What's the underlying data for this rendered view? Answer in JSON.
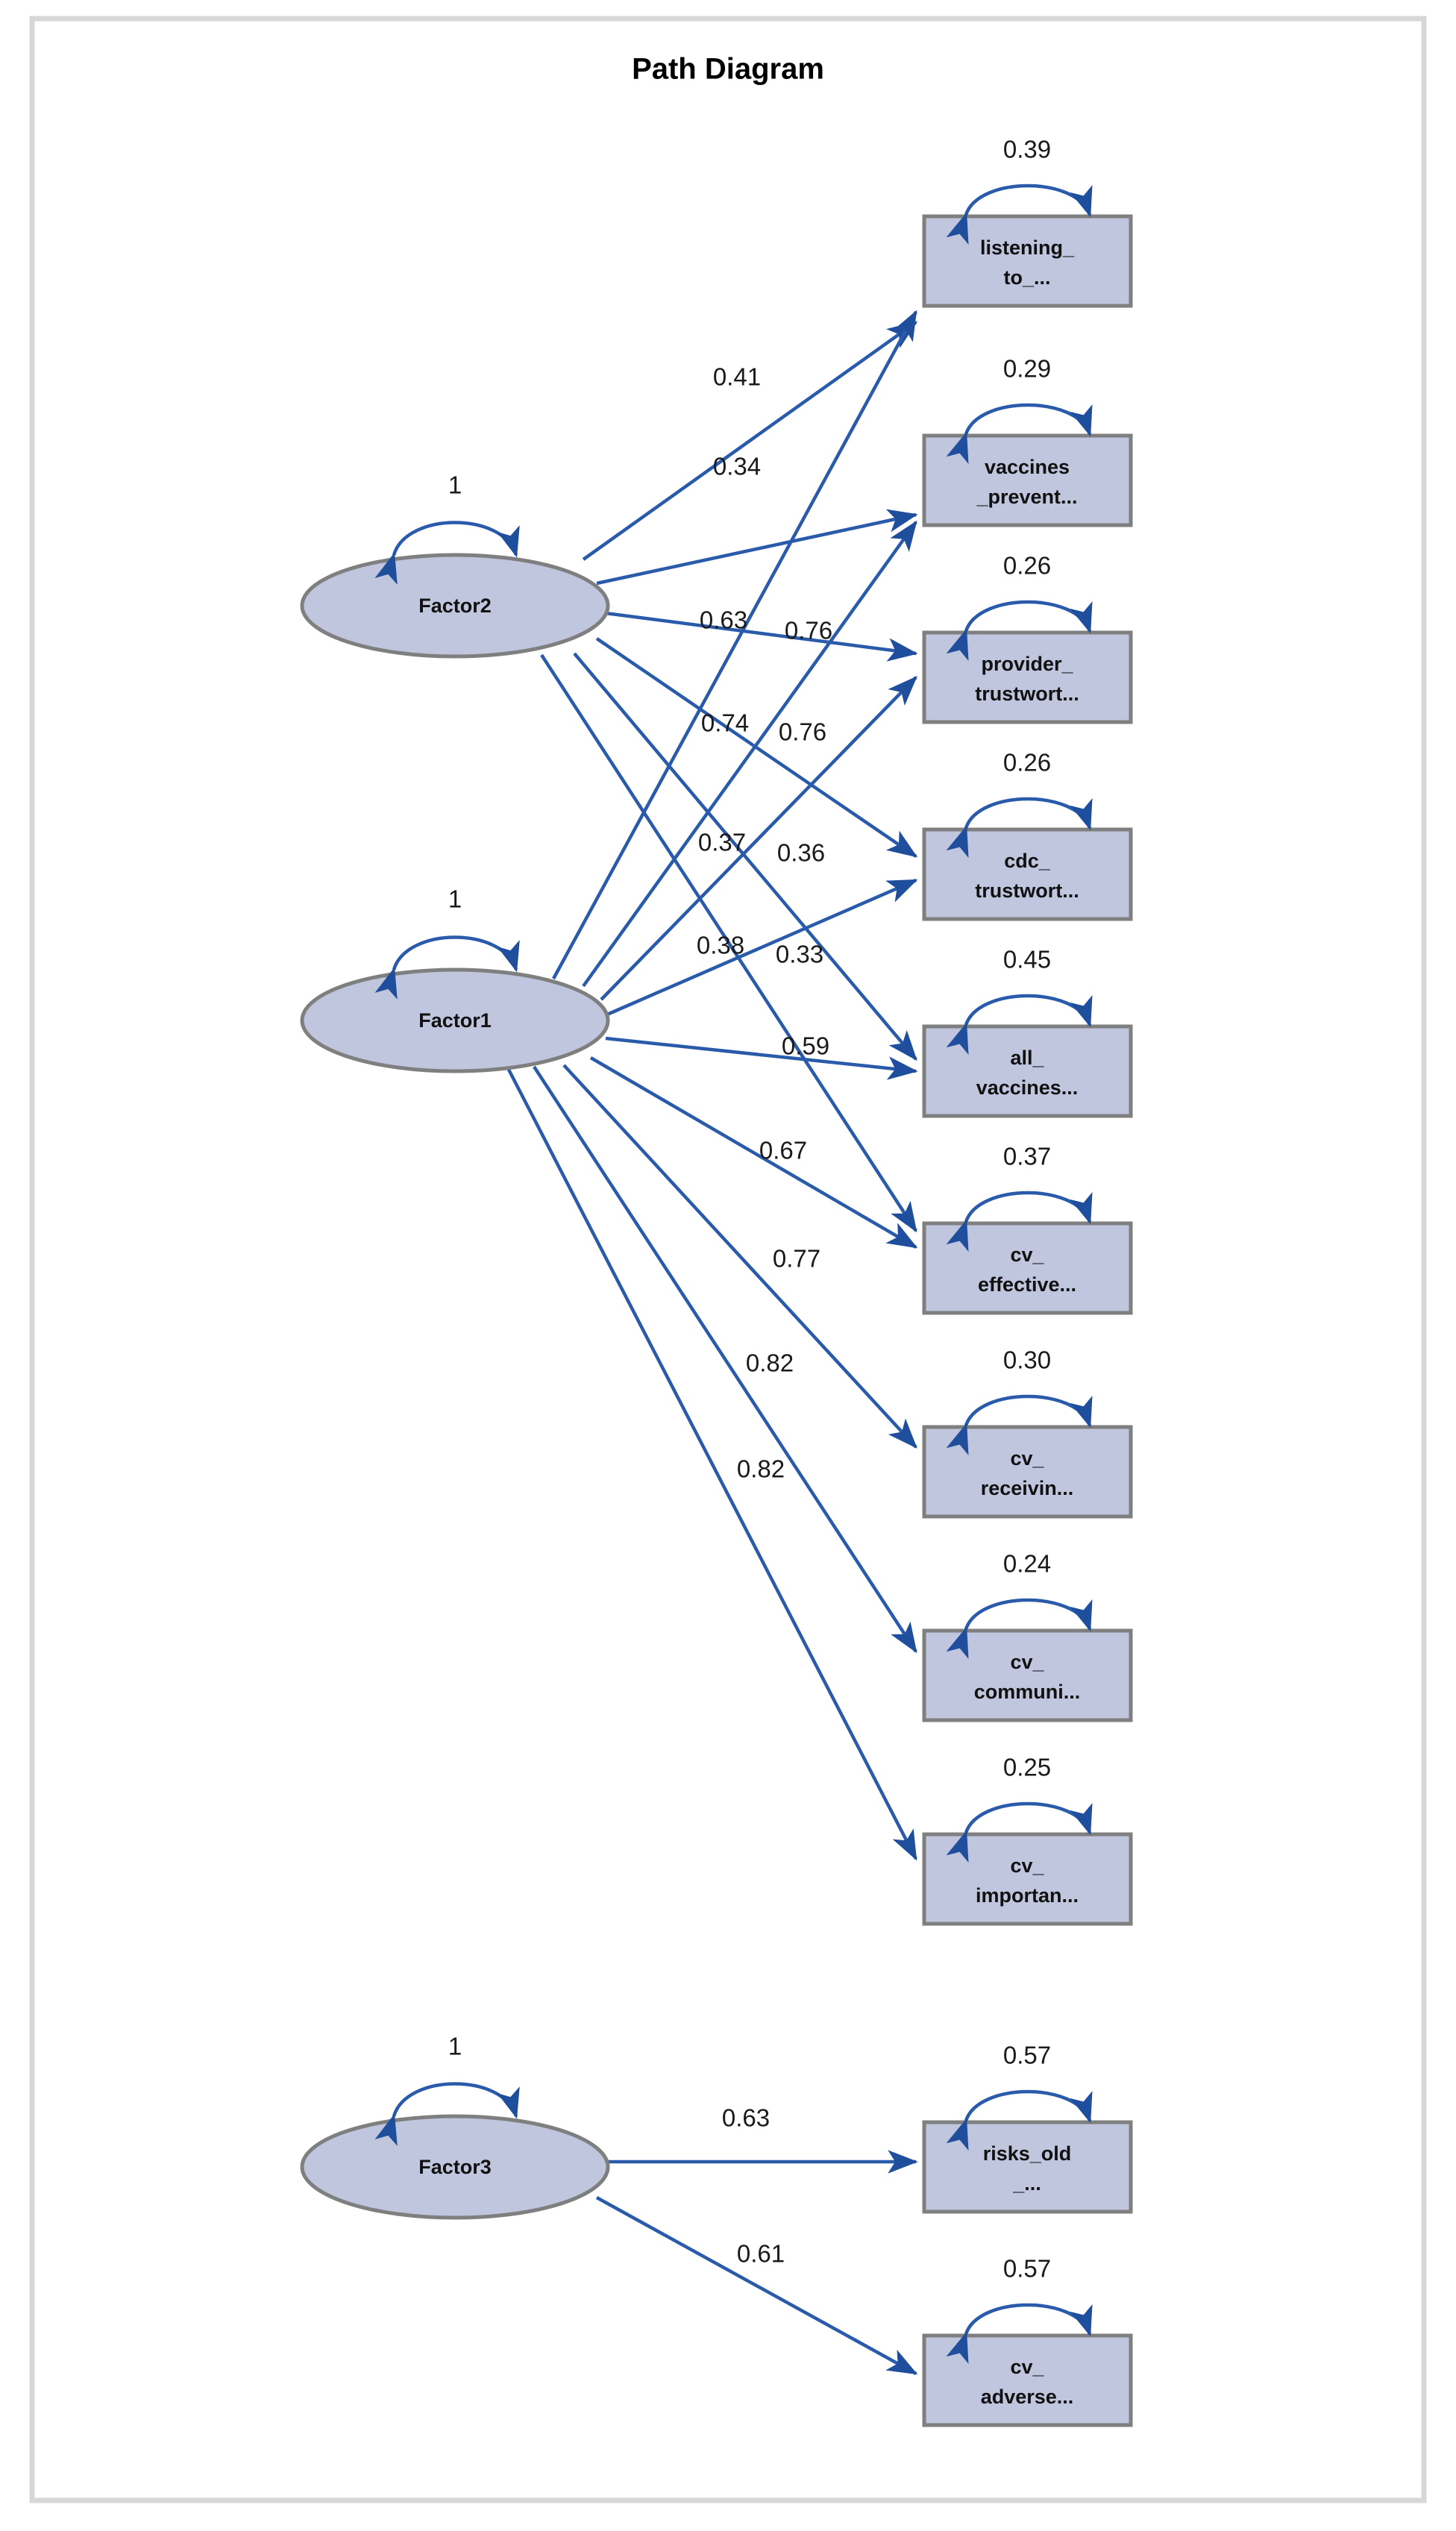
{
  "figure": {
    "title": "Path Diagram",
    "background_color": "#ffffff",
    "frame_color": "#d7d7d7",
    "node_fill": "#bfc6dd",
    "node_stroke": "#7f7f7f",
    "edge_color": "#2a5bab"
  },
  "chart_data": {
    "type": "diagram",
    "title": "Path Diagram",
    "diagram_kind": "sem-path-diagram",
    "latent_variables": [
      {
        "id": "Factor2",
        "label": "Factor2",
        "variance": "1"
      },
      {
        "id": "Factor1",
        "label": "Factor1",
        "variance": "1"
      },
      {
        "id": "Factor3",
        "label": "Factor3",
        "variance": "1"
      }
    ],
    "observed_variables": [
      {
        "id": "listening_to",
        "line1": "listening_",
        "line2": "to_...",
        "residual": "0.39"
      },
      {
        "id": "vaccines_prevent",
        "line1": "vaccines",
        "line2": "_prevent...",
        "residual": "0.29"
      },
      {
        "id": "provider_trustworthy",
        "line1": "provider_",
        "line2": "trustwort...",
        "residual": "0.26"
      },
      {
        "id": "cdc_trustworthy",
        "line1": "cdc_",
        "line2": "trustwort...",
        "residual": "0.26"
      },
      {
        "id": "all_vaccines",
        "line1": "all_",
        "line2": "vaccines...",
        "residual": "0.45"
      },
      {
        "id": "cv_effective",
        "line1": "cv_",
        "line2": "effective...",
        "residual": "0.37"
      },
      {
        "id": "cv_receiving",
        "line1": "cv_",
        "line2": "receivin...",
        "residual": "0.30"
      },
      {
        "id": "cv_communication",
        "line1": "cv_",
        "line2": "communi...",
        "residual": "0.24"
      },
      {
        "id": "cv_importance",
        "line1": "cv_",
        "line2": "importan...",
        "residual": "0.25"
      },
      {
        "id": "risks_old",
        "line1": "risks_old",
        "line2": "_...",
        "residual": "0.57"
      },
      {
        "id": "cv_adverse",
        "line1": "cv_",
        "line2": "adverse...",
        "residual": "0.57"
      }
    ],
    "loadings": [
      {
        "from": "Factor2",
        "to": "listening_to",
        "value": "0.41"
      },
      {
        "from": "Factor2",
        "to": "vaccines_prevent",
        "value": "0.34"
      },
      {
        "from": "Factor2",
        "to": "provider_trustworthy",
        "value": "0.63"
      },
      {
        "from": "Factor2",
        "to": "cdc_trustworthy",
        "value": "0.74"
      },
      {
        "from": "Factor2",
        "to": "all_vaccines",
        "value": "0.37"
      },
      {
        "from": "Factor2",
        "to": "cv_effective",
        "value": "0.38"
      },
      {
        "from": "Factor1",
        "to": "listening_to",
        "value": "0.76"
      },
      {
        "from": "Factor1",
        "to": "vaccines_prevent",
        "value": "0.76"
      },
      {
        "from": "Factor1",
        "to": "provider_trustworthy",
        "value": "0.36"
      },
      {
        "from": "Factor1",
        "to": "cdc_trustworthy",
        "value": "0.33"
      },
      {
        "from": "Factor1",
        "to": "all_vaccines",
        "value": "0.59"
      },
      {
        "from": "Factor1",
        "to": "cv_effective",
        "value": "0.67"
      },
      {
        "from": "Factor1",
        "to": "cv_receiving",
        "value": "0.77"
      },
      {
        "from": "Factor1",
        "to": "cv_communication",
        "value": "0.82"
      },
      {
        "from": "Factor1",
        "to": "cv_importance",
        "value": "0.82"
      },
      {
        "from": "Factor3",
        "to": "risks_old",
        "value": "0.63"
      },
      {
        "from": "Factor3",
        "to": "cv_adverse",
        "value": "0.61"
      }
    ],
    "coefficient_labels_in_reading_order": [
      "0.41",
      "0.34",
      "0.63",
      "0.76",
      "0.74",
      "0.76",
      "0.37",
      "0.36",
      "0.38",
      "0.33",
      "0.59",
      "0.67",
      "0.77",
      "0.82",
      "0.82",
      "0.63",
      "0.61"
    ],
    "residual_labels_in_reading_order": [
      "0.39",
      "0.29",
      "0.26",
      "0.26",
      "0.45",
      "0.37",
      "0.30",
      "0.24",
      "0.25",
      "0.57",
      "0.57"
    ],
    "factor_variance_labels": [
      "1",
      "1",
      "1"
    ]
  },
  "nodes": {
    "factor2": {
      "label": "Factor2",
      "variance": "1"
    },
    "factor1": {
      "label": "Factor1",
      "variance": "1"
    },
    "factor3": {
      "label": "Factor3",
      "variance": "1"
    },
    "b1": {
      "line1": "listening_",
      "line2": "to_...",
      "residual": "0.39"
    },
    "b2": {
      "line1": "vaccines",
      "line2": "_prevent...",
      "residual": "0.29"
    },
    "b3": {
      "line1": "provider_",
      "line2": "trustwort...",
      "residual": "0.26"
    },
    "b4": {
      "line1": "cdc_",
      "line2": "trustwort...",
      "residual": "0.26"
    },
    "b5": {
      "line1": "all_",
      "line2": "vaccines...",
      "residual": "0.45"
    },
    "b6": {
      "line1": "cv_",
      "line2": "effective...",
      "residual": "0.37"
    },
    "b7": {
      "line1": "cv_",
      "line2": "receivin...",
      "residual": "0.30"
    },
    "b8": {
      "line1": "cv_",
      "line2": "communi...",
      "residual": "0.24"
    },
    "b9": {
      "line1": "cv_",
      "line2": "importan...",
      "residual": "0.25"
    },
    "b10": {
      "line1": "risks_old",
      "line2": "_...",
      "residual": "0.57"
    },
    "b11": {
      "line1": "cv_",
      "line2": "adverse...",
      "residual": "0.57"
    }
  },
  "coefficients": {
    "c1": "0.41",
    "c2": "0.34",
    "c3": "0.63",
    "c4": "0.76",
    "c5": "0.74",
    "c6": "0.76",
    "c7": "0.37",
    "c8": "0.36",
    "c9": "0.38",
    "c10": "0.33",
    "c11": "0.59",
    "c12": "0.67",
    "c13": "0.77",
    "c14": "0.82",
    "c15": "0.82",
    "c16": "0.63",
    "c17": "0.61"
  }
}
